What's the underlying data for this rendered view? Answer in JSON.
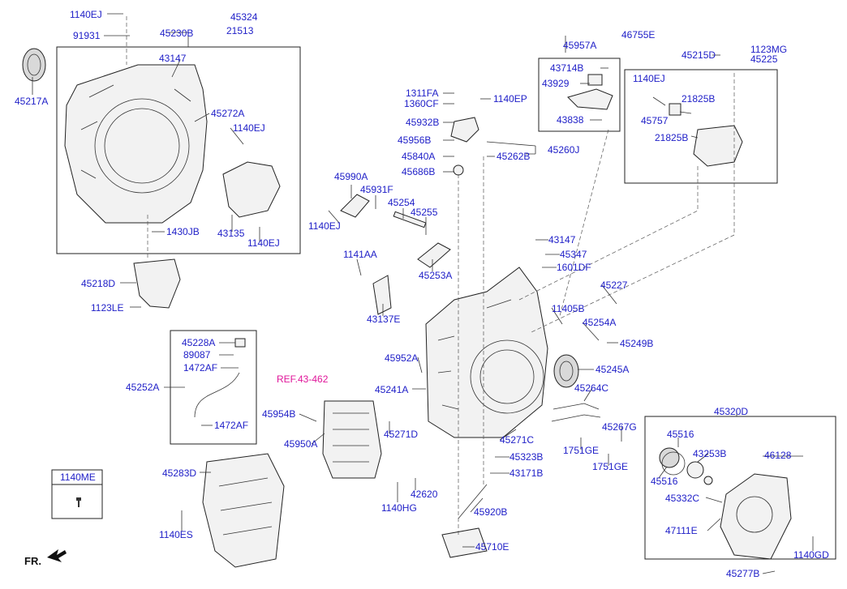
{
  "diagram": {
    "ref_label": "REF.43-462",
    "front_marker": "FR.",
    "legend_box_label": "1140ME",
    "colors": {
      "label": "#2020c8",
      "ref": "#e0169a",
      "line": "#222222"
    },
    "part_labels": {
      "p1140EJ_a": "1140EJ",
      "p91931": "91931",
      "p45324": "45324",
      "p21513": "21513",
      "p45230B": "45230B",
      "p43147_a": "43147",
      "p45217A": "45217A",
      "p45272A": "45272A",
      "p1140EJ_b": "1140EJ",
      "p1430JB": "1430JB",
      "p43135": "43135",
      "p1140EJ_c": "1140EJ",
      "p45218D": "45218D",
      "p1123LE": "1123LE",
      "p45957A": "45957A",
      "p46755E": "46755E",
      "p43714B": "43714B",
      "p43929": "43929",
      "p43838": "43838",
      "p1311FA": "1311FA",
      "p1360CF": "1360CF",
      "p1140EP": "1140EP",
      "p45932B": "45932B",
      "p45956B": "45956B",
      "p45840A": "45840A",
      "p45686B": "45686B",
      "p45262B": "45262B",
      "p45260J": "45260J",
      "p45215D": "45215D",
      "p1123MG": "1123MG",
      "p45225": "45225",
      "p1140EJ_d": "1140EJ",
      "p21825B_a": "21825B",
      "p45757": "45757",
      "p21825B_b": "21825B",
      "p45990A": "45990A",
      "p45931F": "45931F",
      "p45254": "45254",
      "p45255": "45255",
      "p1140EJ_e": "1140EJ",
      "p43147_b": "43147",
      "p45347": "45347",
      "p1601DF": "1601DF",
      "p1141AA": "1141AA",
      "p45253A": "45253A",
      "p45227": "45227",
      "p43137E": "43137E",
      "p11405B": "11405B",
      "p45254A": "45254A",
      "p45249B": "45249B",
      "p45228A": "45228A",
      "p89087": "89087",
      "p1472AF_a": "1472AF",
      "p45252A": "45252A",
      "p1472AF_b": "1472AF",
      "p45952A": "45952A",
      "p45241A": "45241A",
      "p45245A": "45245A",
      "p45264C": "45264C",
      "p45954B": "45954B",
      "p45950A": "45950A",
      "p45271D": "45271D",
      "p45271C": "45271C",
      "p45267G": "45267G",
      "p1751GE_a": "1751GE",
      "p1751GE_b": "1751GE",
      "p45323B": "45323B",
      "p43171B": "43171B",
      "p45320D": "45320D",
      "p45516_a": "45516",
      "p43253B": "43253B",
      "p45516_b": "45516",
      "p46128": "46128",
      "p45283D": "45283D",
      "p42620": "42620",
      "p1140HG": "1140HG",
      "p45920B": "45920B",
      "p45332C": "45332C",
      "p47111E": "47111E",
      "p1140ES": "1140ES",
      "p45710E": "45710E",
      "p1140GD": "1140GD",
      "p45277B": "45277B"
    }
  }
}
